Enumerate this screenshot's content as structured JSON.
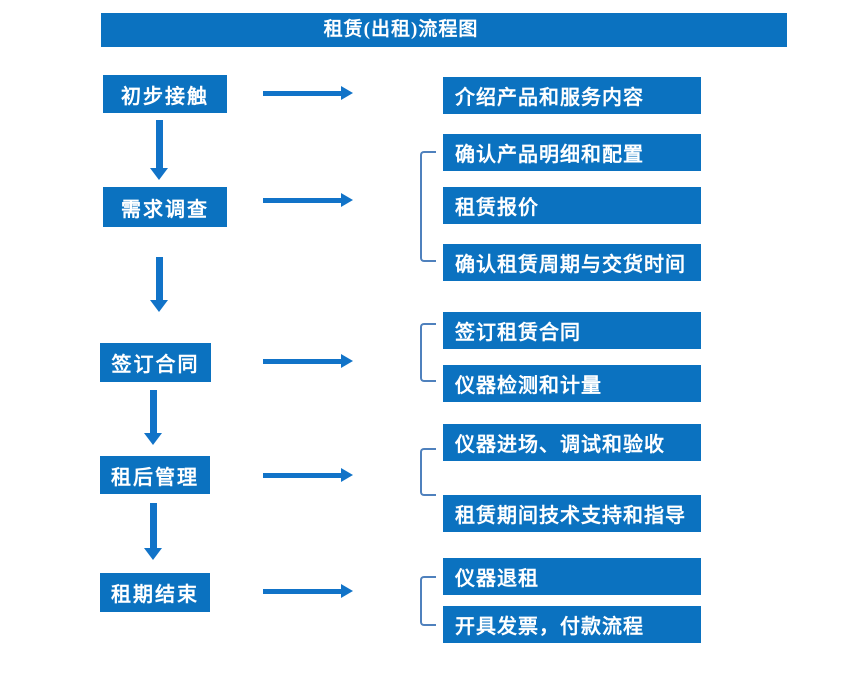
{
  "title": "租赁(出租)流程图",
  "colors": {
    "box_blue": "#0b72c0",
    "arrow_blue": "#1173c8",
    "bracket_blue": "#4f81bd",
    "text": "#ffffff",
    "background": "#ffffff"
  },
  "stages": [
    {
      "label": "初步接触",
      "outputs": [
        "介绍产品和服务内容"
      ]
    },
    {
      "label": "需求调查",
      "outputs": [
        "确认产品明细和配置",
        "租赁报价",
        "确认租赁周期与交货时间"
      ]
    },
    {
      "label": "签订合同",
      "outputs": [
        "签订租赁合同",
        "仪器检测和计量"
      ]
    },
    {
      "label": "租后管理",
      "outputs": [
        "仪器进场、调试和验收",
        "租赁期间技术支持和指导"
      ]
    },
    {
      "label": "租期结束",
      "outputs": [
        "仪器退租",
        "开具发票，付款流程"
      ]
    }
  ]
}
